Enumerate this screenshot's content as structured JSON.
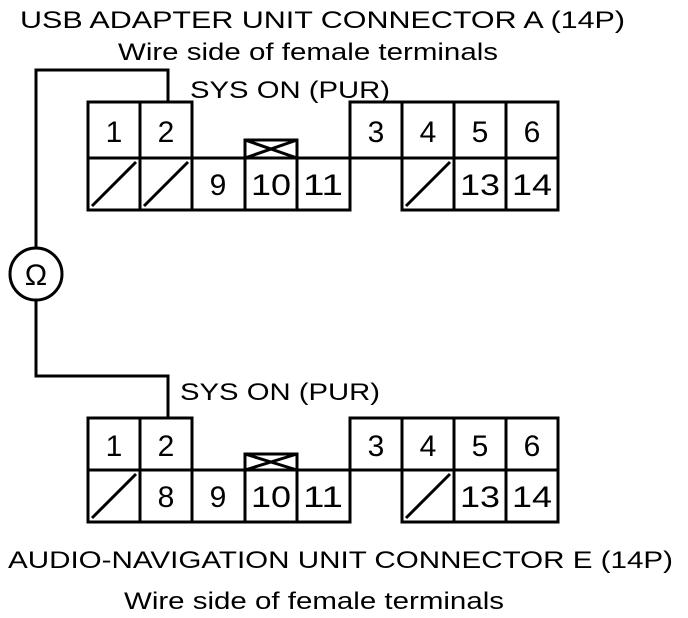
{
  "connector_a": {
    "title": "USB ADAPTER UNIT CONNECTOR A (14P)",
    "subtitle": "Wire side of female terminals",
    "signal_label": "SYS ON (PUR)",
    "pins": {
      "p1": "1",
      "p2": "2",
      "p3": "3",
      "p4": "4",
      "p5": "5",
      "p6": "6",
      "p9": "9",
      "p10": "10",
      "p11": "11",
      "p13": "13",
      "p14": "14"
    }
  },
  "connector_e": {
    "title": "AUDIO-NAVIGATION UNIT CONNECTOR E (14P)",
    "subtitle": "Wire side of female terminals",
    "signal_label": "SYS ON (PUR)",
    "pins": {
      "p1": "1",
      "p2": "2",
      "p3": "3",
      "p4": "4",
      "p5": "5",
      "p6": "6",
      "p8": "8",
      "p9": "9",
      "p10": "10",
      "p11": "11",
      "p13": "13",
      "p14": "14"
    }
  },
  "meter": {
    "symbol": "Ω"
  },
  "colors": {
    "line": "#000000",
    "background": "#ffffff"
  }
}
